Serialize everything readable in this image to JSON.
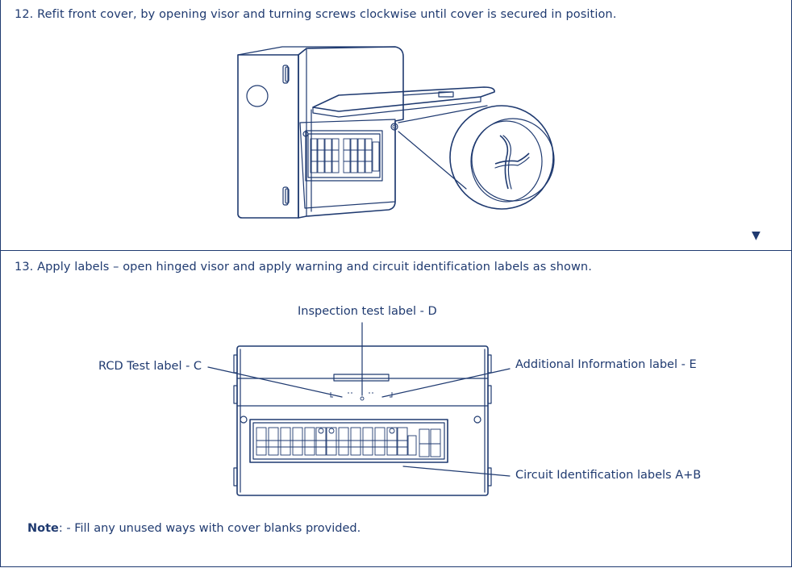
{
  "step12": {
    "text": "12. Refit front cover, by opening visor and turning screws clockwise until cover is secured in position."
  },
  "step13": {
    "text": "13. Apply labels – open hinged visor and apply warning and circuit identification labels as shown.",
    "labels": {
      "inspection": "Inspection test label - D",
      "rcd": "RCD Test label - C",
      "additional": "Additional Information label - E",
      "circuit": "Circuit Identification labels A+B"
    }
  },
  "note": {
    "bold": "Note",
    "text": ": - Fill any unused ways with cover blanks provided."
  },
  "continue_marker": "▼",
  "colors": {
    "ink": "#1f3a70",
    "background": "#ffffff"
  },
  "icons": [
    "consumer-unit-illustration",
    "screw-detail-icon",
    "down-triangle-icon"
  ]
}
